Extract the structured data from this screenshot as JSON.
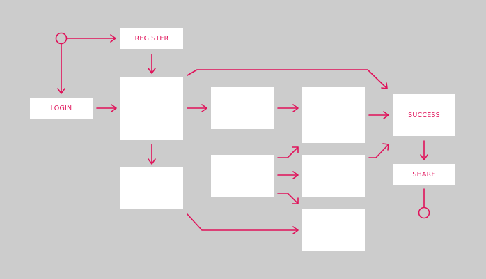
{
  "theme": {
    "background": "#cccccc",
    "box": "#ffffff",
    "accent": "#e0125a"
  },
  "nodes": {
    "register": "REGISTER",
    "login": "LOGIN",
    "success": "SUCCESS",
    "share": "SHARE"
  },
  "flow": {
    "start_marker": "start-circle",
    "end_marker": "end-circle",
    "edges": [
      [
        "start",
        "register"
      ],
      [
        "start",
        "login"
      ],
      [
        "register",
        "auth-box"
      ],
      [
        "login",
        "auth-box"
      ],
      [
        "auth-box",
        "step-a"
      ],
      [
        "auth-box",
        "success"
      ],
      [
        "auth-box",
        "alt-box"
      ],
      [
        "alt-box",
        "final-box"
      ],
      [
        "step-a",
        "step-c"
      ],
      [
        "step-b",
        "step-c"
      ],
      [
        "step-b",
        "step-d"
      ],
      [
        "step-b",
        "final-box"
      ],
      [
        "step-c",
        "success"
      ],
      [
        "step-d",
        "success"
      ],
      [
        "success",
        "share"
      ],
      [
        "share",
        "end"
      ]
    ]
  }
}
